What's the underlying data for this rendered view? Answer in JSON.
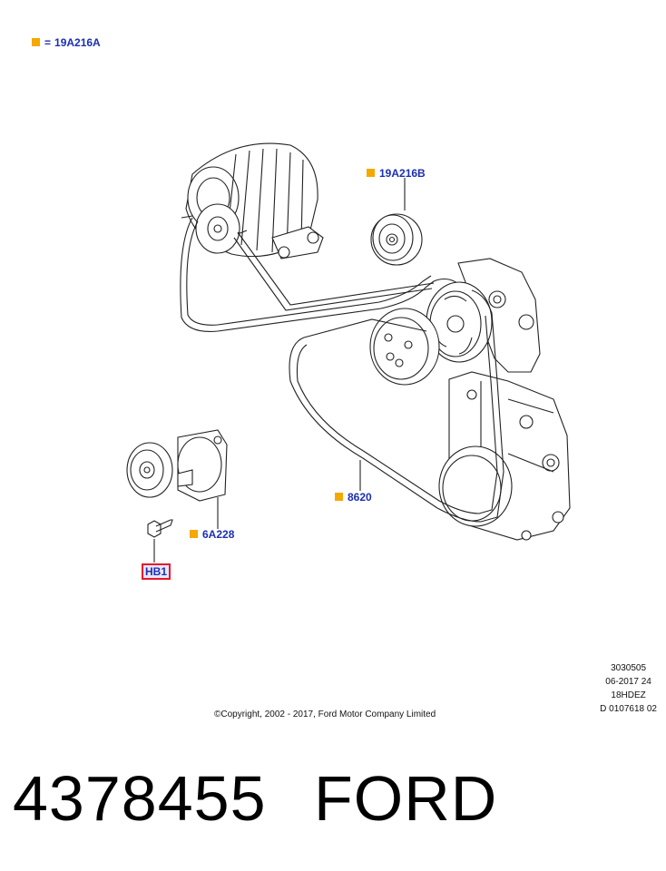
{
  "legend": {
    "symbol": "=",
    "code": "19A216A"
  },
  "labels": {
    "idler_pulley": "19A216B",
    "belt": "8620",
    "tensioner": "6A228",
    "bolt": "HB1"
  },
  "footer_codes": [
    "3030505",
    "06-2017 24",
    "18HDEZ",
    "D 0107618 02"
  ],
  "copyright": "©Copyright, 2002 - 2017, Ford Motor Company Limited",
  "part_number": "4378455",
  "brand": "FORD",
  "colors": {
    "label_text": "#1a2fb3",
    "marker": "#f5a800",
    "highlight_border": "#e8162b"
  }
}
